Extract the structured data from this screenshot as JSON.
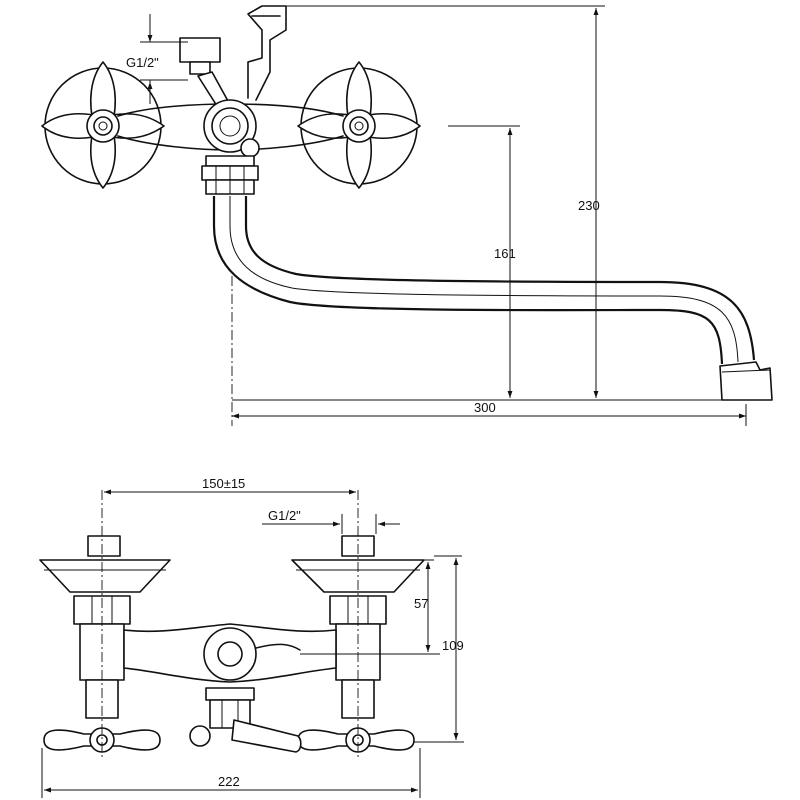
{
  "dimensions": {
    "total_height": "230",
    "spout_height": "161",
    "spout_reach": "300",
    "inlet_thread_top": "G1/2\"",
    "centers": "150±15",
    "inlet_thread_front": "G1/2\"",
    "handle_offset": "57",
    "body_height": "109",
    "overall_width": "222"
  }
}
